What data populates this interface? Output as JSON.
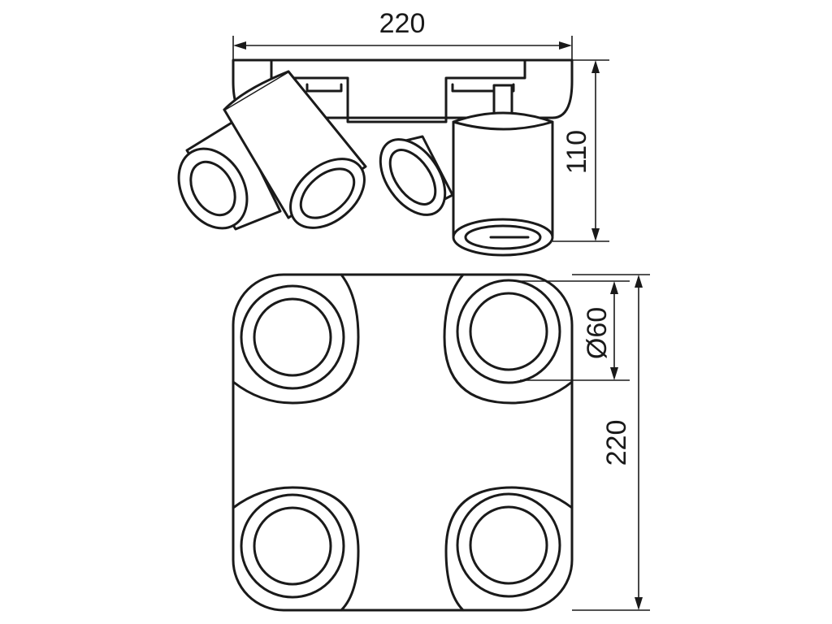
{
  "dimensions": {
    "top_width": "220",
    "side_height": "110",
    "lens_diameter": "Ø60",
    "plan_height": "220"
  },
  "views": [
    "side-view",
    "plan-view"
  ],
  "spotlight_count": 4
}
